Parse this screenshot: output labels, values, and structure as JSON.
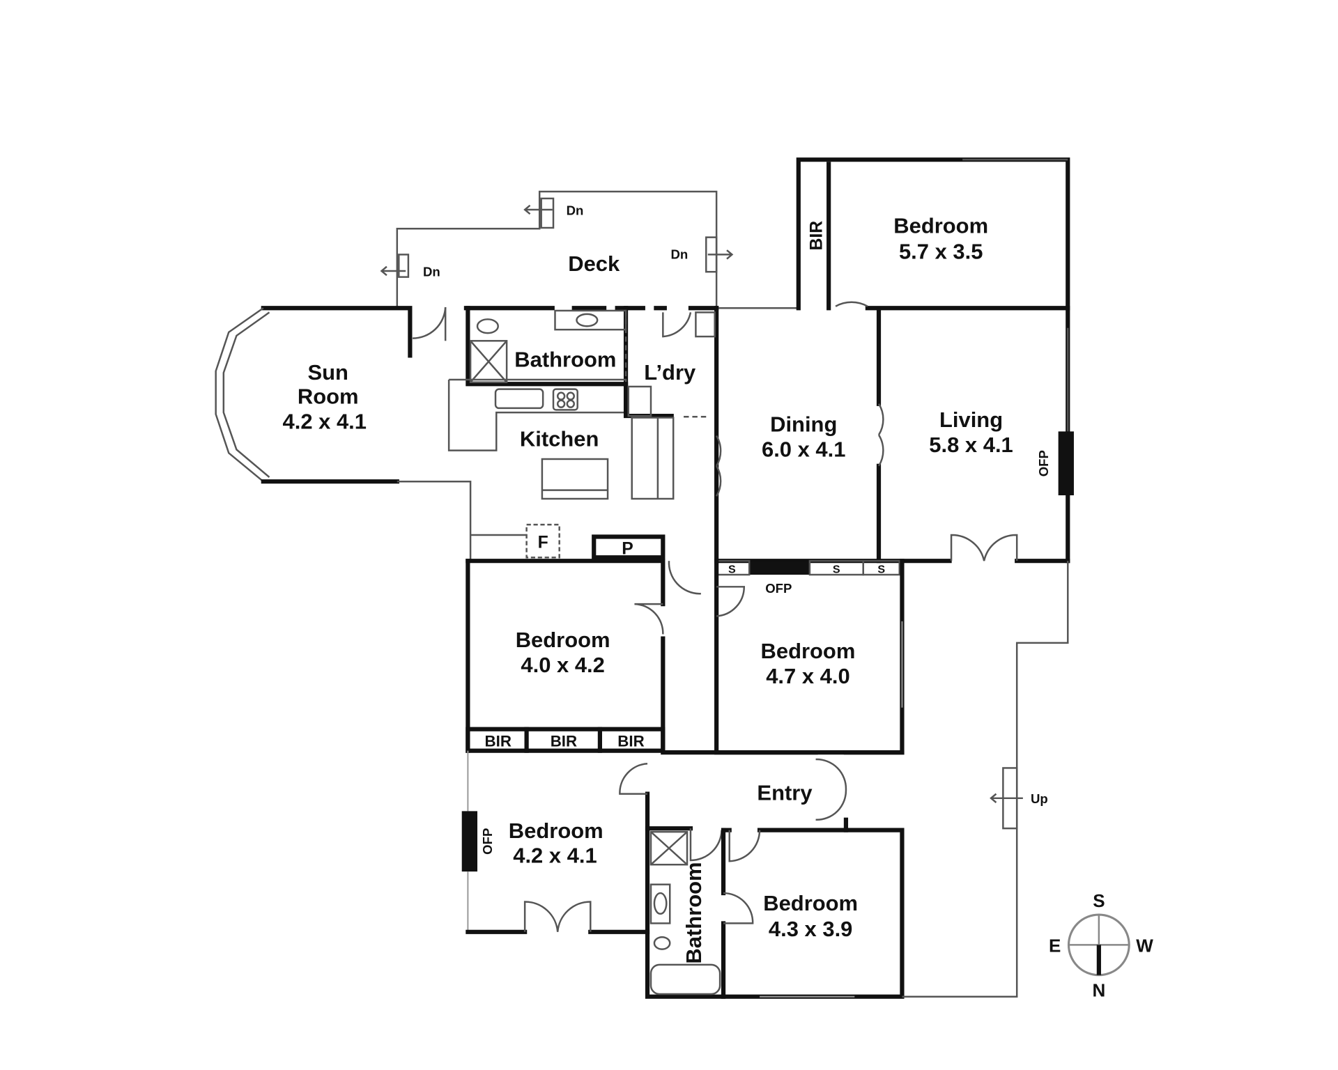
{
  "rooms": {
    "deck": {
      "name": "Deck"
    },
    "sun_room": {
      "name1": "Sun",
      "name2": "Room",
      "size": "4.2 x 4.1"
    },
    "bathroom_top": {
      "name": "Bathroom"
    },
    "laundry": {
      "name": "L’dry"
    },
    "kitchen": {
      "name": "Kitchen"
    },
    "bedroom_ne": {
      "name": "Bedroom",
      "size": "5.7 x 3.5"
    },
    "dining": {
      "name": "Dining",
      "size": "6.0 x 4.1"
    },
    "living": {
      "name": "Living",
      "size": "5.8 x 4.1"
    },
    "bedroom_a": {
      "name": "Bedroom",
      "size": "4.0 x 4.2"
    },
    "bedroom_b": {
      "name": "Bedroom",
      "size": "4.7 x 4.0"
    },
    "bedroom_c": {
      "name": "Bedroom",
      "size": "4.2 x 4.1"
    },
    "bedroom_d": {
      "name": "Bedroom",
      "size": "4.3 x 3.9"
    },
    "entry": {
      "name": "Entry"
    },
    "bathroom_bottom": {
      "name": "Bathroom"
    }
  },
  "fixtures": {
    "bir": "BIR",
    "ofp": "OFP",
    "fridge": "F",
    "pantry": "P",
    "shelf": "S",
    "down": "Dn",
    "up": "Up"
  },
  "compass": {
    "north": "N",
    "south": "S",
    "east": "E",
    "west": "W"
  }
}
